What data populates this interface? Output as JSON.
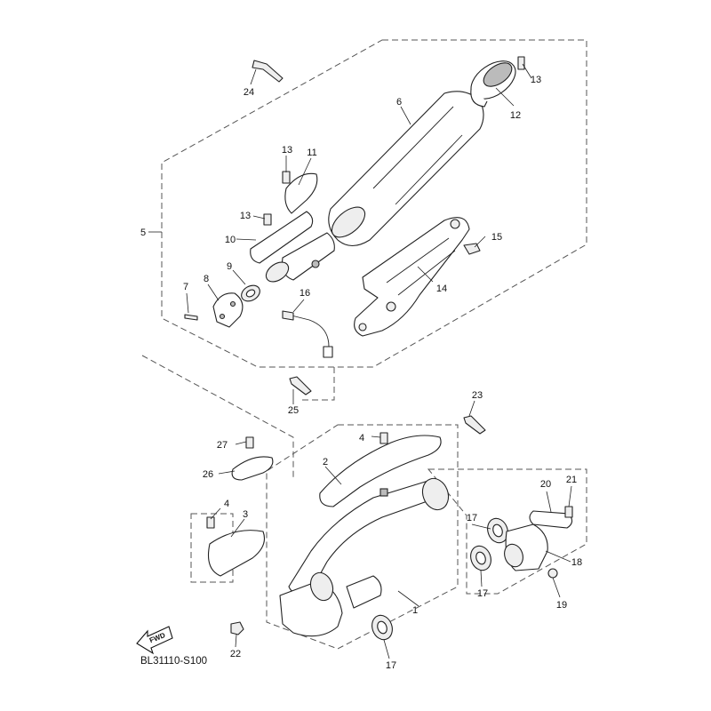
{
  "diagram_code": "BL31110-S100",
  "fwd_label": "FWD",
  "callouts": {
    "c1": "1",
    "c2": "2",
    "c3": "3",
    "c4a": "4",
    "c4b": "4",
    "c5": "5",
    "c6": "6",
    "c7": "7",
    "c8": "8",
    "c9": "9",
    "c10": "10",
    "c11": "11",
    "c12": "12",
    "c13a": "13",
    "c13b": "13",
    "c13c": "13",
    "c14": "14",
    "c15": "15",
    "c16": "16",
    "c17a": "17",
    "c17b": "17",
    "c17c": "17",
    "c18": "18",
    "c19": "19",
    "c20": "20",
    "c21": "21",
    "c22": "22",
    "c23": "23",
    "c24": "24",
    "c25": "25",
    "c26": "26",
    "c27": "27"
  }
}
